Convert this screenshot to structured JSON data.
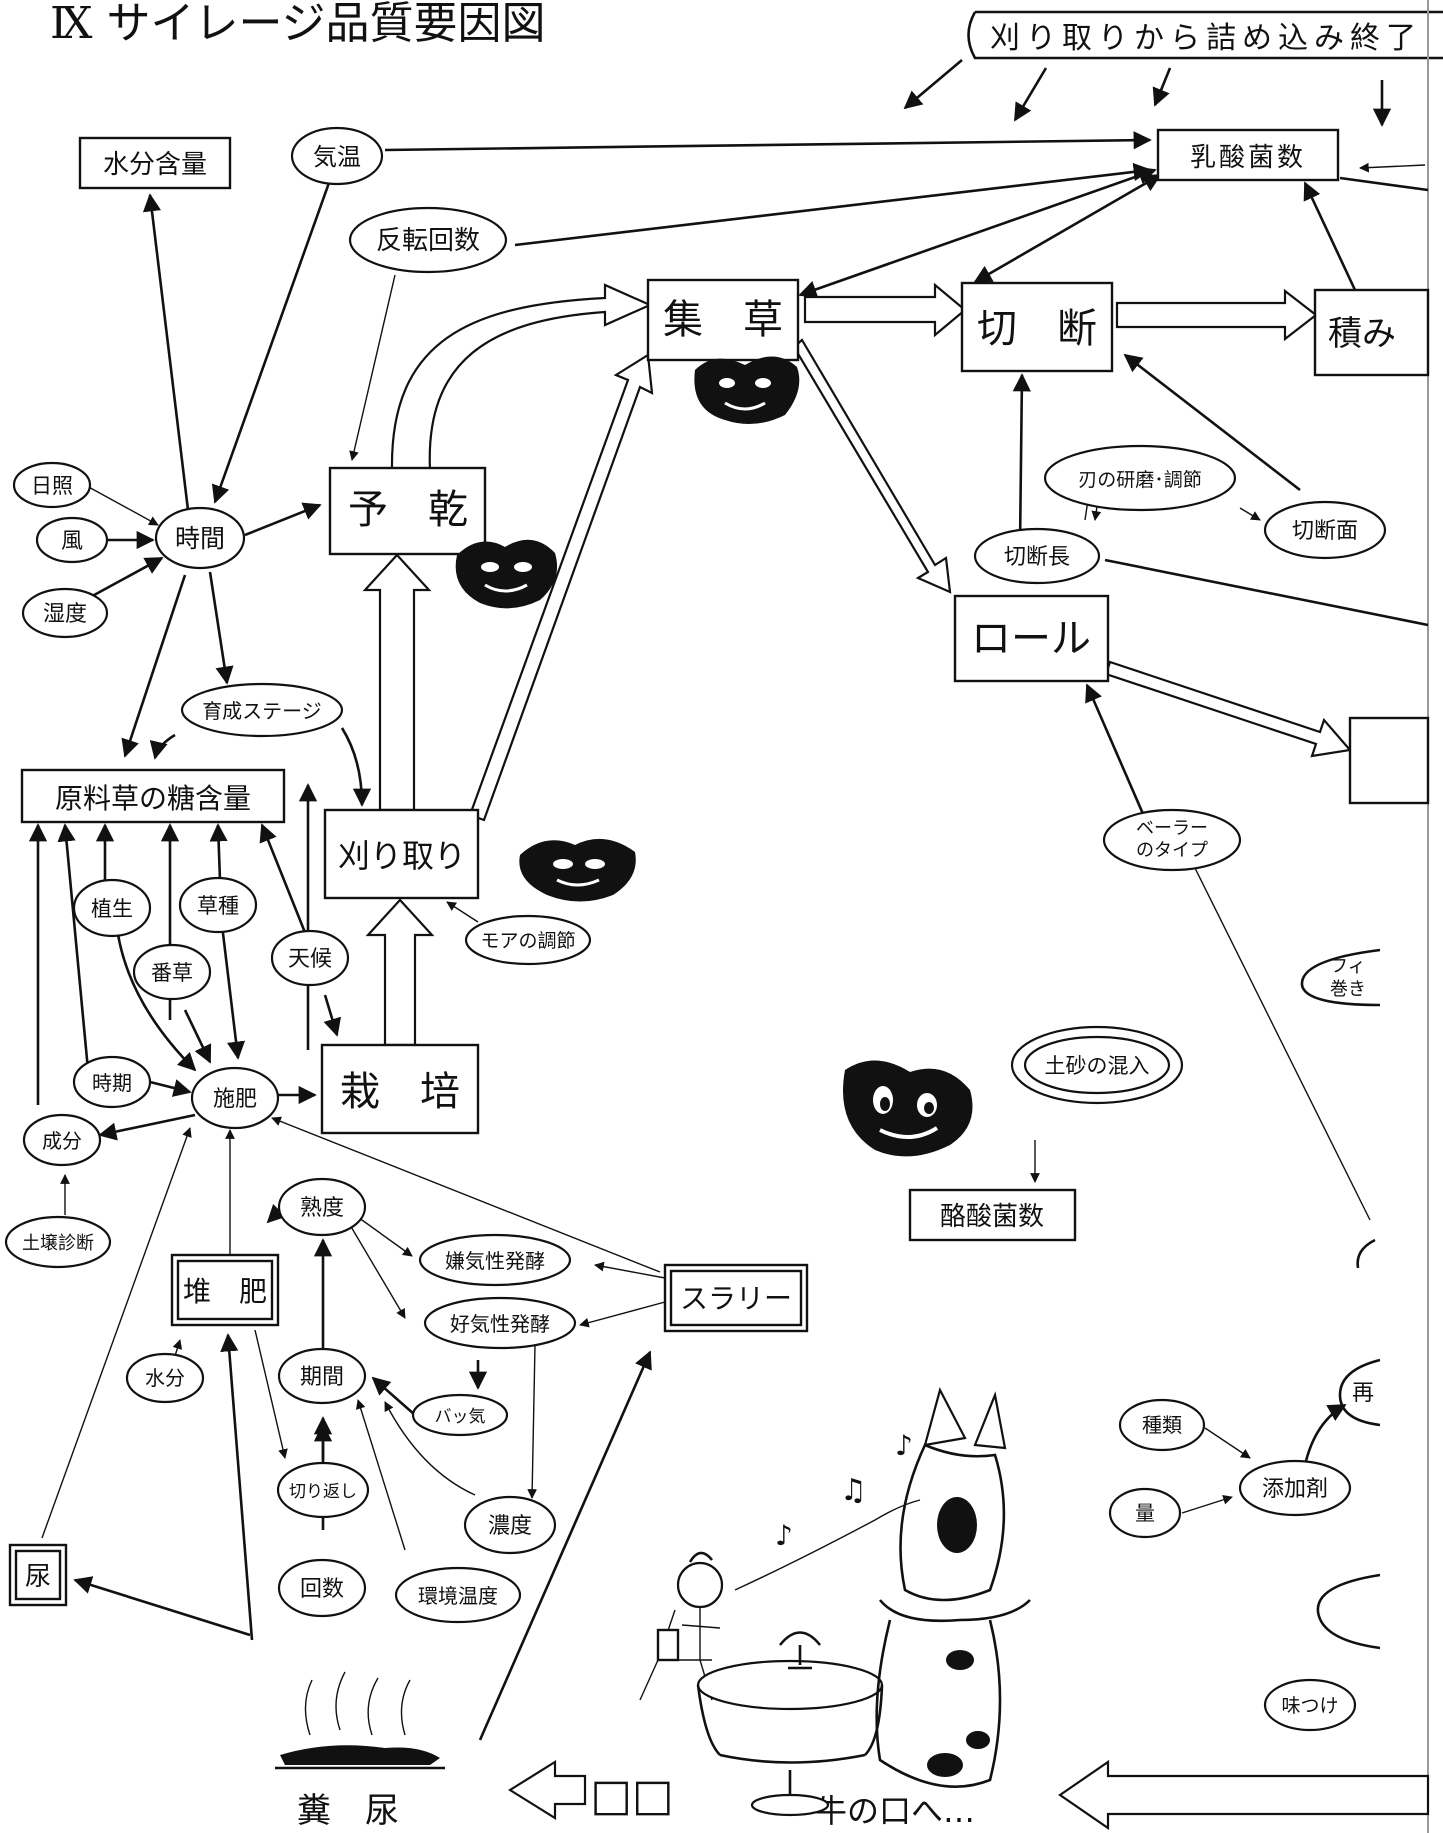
{
  "title": "Ⅸ サイレージ品質要因図",
  "banner": "刈り取りから詰め込み終了",
  "boxes": {
    "water_content": "水分含量",
    "lab_count": "乳酸菌数",
    "gather": "集　草",
    "cut": "切　断",
    "stack": "積み",
    "predry": "予　乾",
    "roll": "ロール",
    "sugar": "原料草の糖含量",
    "mowing": "刈り取り",
    "cultivation": "栽　培",
    "butyric": "酪酸菌数",
    "compost": "堆　肥",
    "slurry": "スラリー",
    "urine": "尿"
  },
  "ellipses": {
    "temperature": "気温",
    "turn_count": "反転回数",
    "sunshine": "日照",
    "wind": "風",
    "humidity": "湿度",
    "time": "時間",
    "growth_stage": "育成ステージ",
    "blade": "刃の研磨･調節",
    "cut_surface": "切断面",
    "cut_length": "切断長",
    "baler_type_1": "ベーラー",
    "baler_type_2": "のタイプ",
    "vegetation": "植生",
    "grass_species": "草種",
    "cutting_no": "番草",
    "weather": "天候",
    "mower_adjust": "モアの調節",
    "film_1": "フィ",
    "film_2": "巻き",
    "timing": "時期",
    "fertilize": "施肥",
    "component": "成分",
    "soil_contamination": "土砂の混入",
    "soil_test": "土壌診断",
    "maturity": "熟度",
    "anaerobic": "嫌気性発酵",
    "aerobic": "好気性発酵",
    "period": "期間",
    "moisture": "水分",
    "bacteria": "バッ気",
    "turning": "切り返し",
    "concentration": "濃度",
    "count": "回数",
    "env_temp": "環境温度",
    "kind": "種類",
    "amount": "量",
    "additive": "添加剤",
    "re": "再",
    "seasoning": "味つけ"
  },
  "bottom": {
    "manure": "糞　尿",
    "squares": "□□",
    "to_mouth": "牛の口へ…"
  },
  "music": [
    "♪",
    "♫",
    "♪"
  ]
}
